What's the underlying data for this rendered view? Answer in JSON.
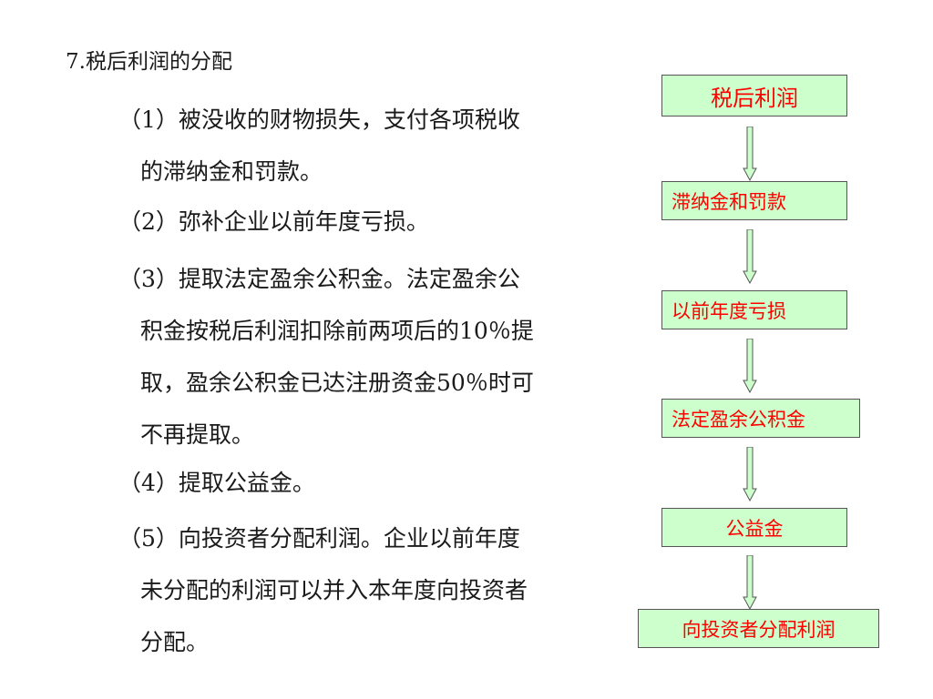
{
  "heading": "7.税后利润的分配",
  "items": [
    {
      "lines": [
        "（1）被没收的财物损失，支付各项税收",
        "的滞纳金和罚款。"
      ]
    },
    {
      "lines": [
        "（2）弥补企业以前年度亏损。"
      ]
    },
    {
      "lines": [
        "（3）提取法定盈余公积金。法定盈余公",
        "积金按税后利润扣除前两项后的10％提",
        "取，盈余公积金已达注册资金50％时可",
        "不再提取。"
      ]
    },
    {
      "lines": [
        "（4）提取公益金。"
      ]
    },
    {
      "lines": [
        "（5）向投资者分配利润。企业以前年度",
        "未分配的利润可以并入本年度向投资者",
        "分配。"
      ]
    }
  ],
  "flowchart": {
    "steps": [
      "税后利润",
      "滞纳金和罚款",
      "以前年度亏损",
      "法定盈余公积金",
      "公益金",
      "向投资者分配利润"
    ],
    "box_fill": "#ccffcc",
    "text_color": "#ff0000",
    "arrow_fill": "#ccffcc",
    "arrow_stroke": "#555555"
  }
}
